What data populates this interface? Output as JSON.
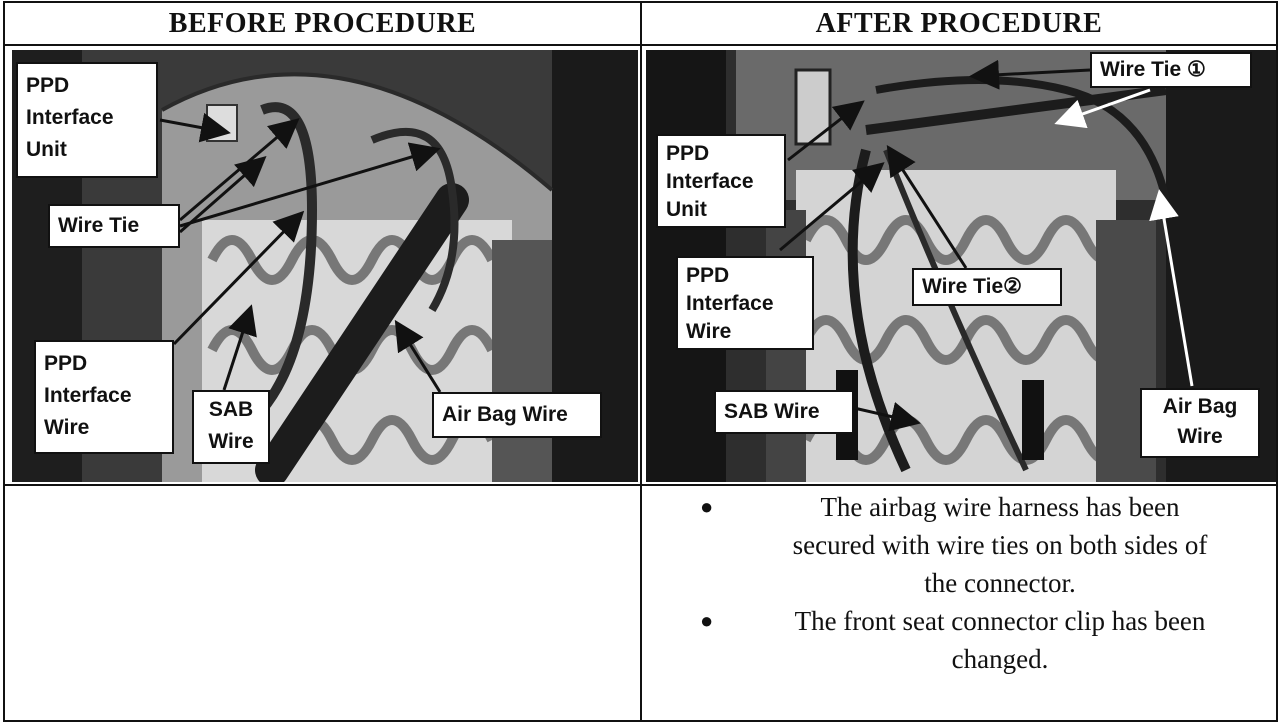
{
  "before": {
    "heading": "BEFORE PROCEDURE",
    "labels": {
      "ppd_unit": [
        "PPD",
        "Interface",
        "Unit"
      ],
      "wire_tie": "Wire Tie",
      "ppd_wire": [
        "PPD",
        "Interface",
        "Wire"
      ],
      "sab_wire": [
        "SAB",
        "Wire"
      ],
      "air_bag_wire": "Air Bag Wire"
    }
  },
  "after": {
    "heading": "AFTER PROCEDURE",
    "labels": {
      "wire_tie_1": "Wire Tie ①",
      "ppd_unit": [
        "PPD",
        "Interface",
        "Unit"
      ],
      "ppd_wire": [
        "PPD",
        "Interface",
        "Wire"
      ],
      "wire_tie_2": "Wire Tie②",
      "sab_wire": "SAB Wire",
      "air_bag_wire": [
        "Air Bag",
        "Wire"
      ]
    },
    "bullets": [
      [
        "The airbag wire harness has been",
        "secured with wire ties on both sides of",
        "the connector."
      ],
      [
        "The front seat connector clip has been",
        "changed."
      ]
    ]
  }
}
